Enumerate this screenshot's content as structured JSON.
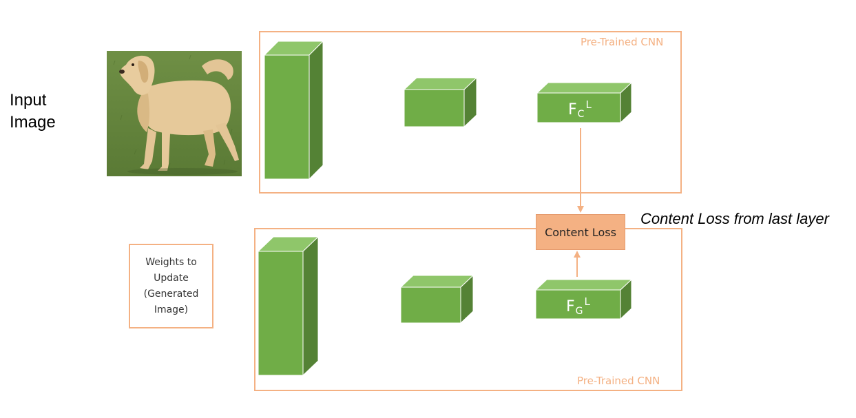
{
  "input": {
    "label_line1": "Input",
    "label_line2": "Image"
  },
  "weights_box": {
    "line1": "Weights to",
    "line2": "Update",
    "line3": "(Generated",
    "line4": "Image)"
  },
  "cnn_top": {
    "label": "Pre-Trained CNN",
    "feature": {
      "base": "F",
      "sub": "C",
      "sup": "L"
    }
  },
  "cnn_bottom": {
    "label": "Pre-Trained CNN",
    "feature": {
      "base": "F",
      "sub": "G",
      "sup": "L"
    }
  },
  "loss": {
    "box_label": "Content Loss",
    "note": "Content Loss from last layer"
  },
  "colors": {
    "block_front": "#70ad47",
    "block_top": "#8fc66a",
    "block_side": "#548235",
    "accent_orange": "#f4b183"
  }
}
